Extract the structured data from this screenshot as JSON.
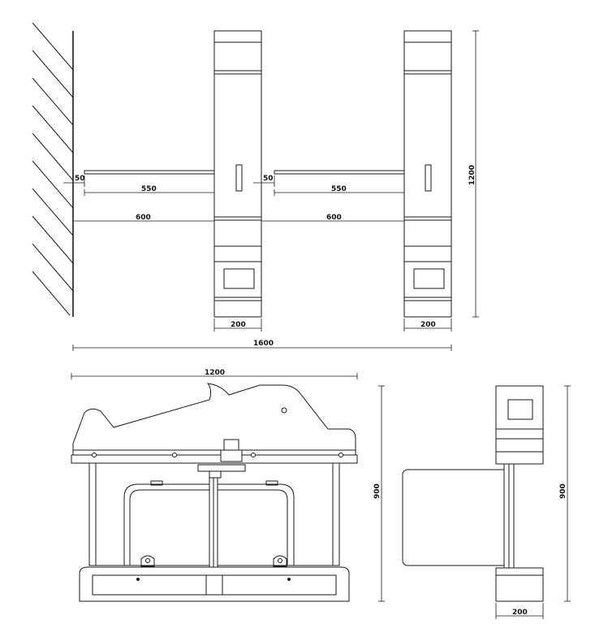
{
  "plan_view": {
    "arm_offset_left": "50",
    "arm_length_left": "550",
    "arm_offset_right": "50",
    "arm_length_right": "550",
    "pitch_left": "600",
    "pitch_right": "600",
    "post_width_left": "200",
    "post_width_right": "200",
    "total_width": "1600",
    "post_height": "1200"
  },
  "front_view": {
    "width": "1200",
    "height": "900"
  },
  "side_view": {
    "height": "900",
    "width": "200"
  },
  "colors": {
    "line": "#1a1a1a",
    "background": "#ffffff"
  }
}
